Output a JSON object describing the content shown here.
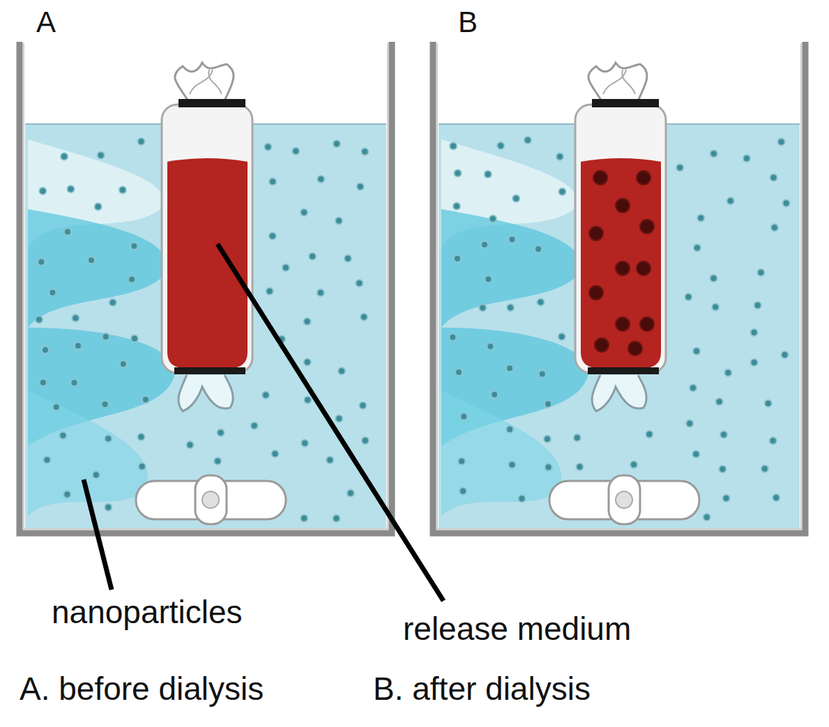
{
  "diagram": {
    "labels": [
      "A",
      "B",
      "nanoparticles",
      "release medium",
      "A. before dialysis",
      "B. after dialysis"
    ]
  }
}
